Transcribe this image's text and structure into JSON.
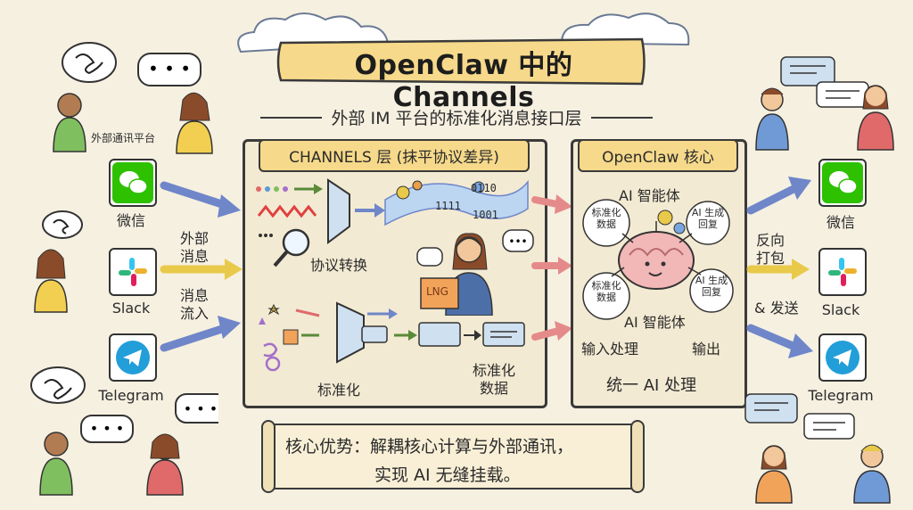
{
  "title": "OpenClaw 中的 Channels",
  "subtitle": "外部 IM 平台的标准化消息接口层",
  "left": {
    "platform_caption": "外部通讯平台",
    "apps": [
      {
        "label": "微信",
        "icon": "wechat-icon",
        "color": "#2dc100"
      },
      {
        "label": "Slack",
        "icon": "slack-icon",
        "color": "#4a154b"
      },
      {
        "label": "Telegram",
        "icon": "telegram-icon",
        "color": "#229ed9"
      }
    ],
    "flow_label_1": "外部",
    "flow_label_2": "消息",
    "flow_label_3": "消息",
    "flow_label_4": "流入"
  },
  "channels_panel": {
    "tab": "CHANNELS 层 (抹平协议差异)",
    "protocol_label": "协议转换",
    "standardize_label": "标准化",
    "std_data_1": "标准化",
    "std_data_2": "数据",
    "binary_1": "0110",
    "binary_2": "1111",
    "binary_3": "1001",
    "book_label": "LNG"
  },
  "core_panel": {
    "tab": "OpenClaw 核心",
    "agent_top": "AI 智能体",
    "agent_mid": "AI 智能体",
    "bubble_std_1": "标准化\n数据",
    "bubble_reply_1": "AI 生成\n回复",
    "bubble_std_2": "标准化\n数据",
    "bubble_reply_2": "AI 生成\n回复",
    "input_label": "输入处理",
    "output_label": "输出",
    "unified_label": "统一 AI 处理"
  },
  "right": {
    "flow_label_1": "反向",
    "flow_label_2": "打包",
    "flow_label_3": "& 发送",
    "apps": [
      {
        "label": "微信",
        "icon": "wechat-icon",
        "color": "#2dc100"
      },
      {
        "label": "Slack",
        "icon": "slack-icon",
        "color": "#4a154b"
      },
      {
        "label": "Telegram",
        "icon": "telegram-icon",
        "color": "#229ed9"
      }
    ]
  },
  "advantage": {
    "line1": "核心优势：解耦核心计算与外部通讯，",
    "line2": "实现 AI 无缝挂载。"
  },
  "colors": {
    "background": "#f6f0e1",
    "banner": "#f6d98a",
    "arrow_blue": "#6f86c9",
    "arrow_red": "#e58a8a",
    "arrow_yellow": "#e9c94a"
  }
}
